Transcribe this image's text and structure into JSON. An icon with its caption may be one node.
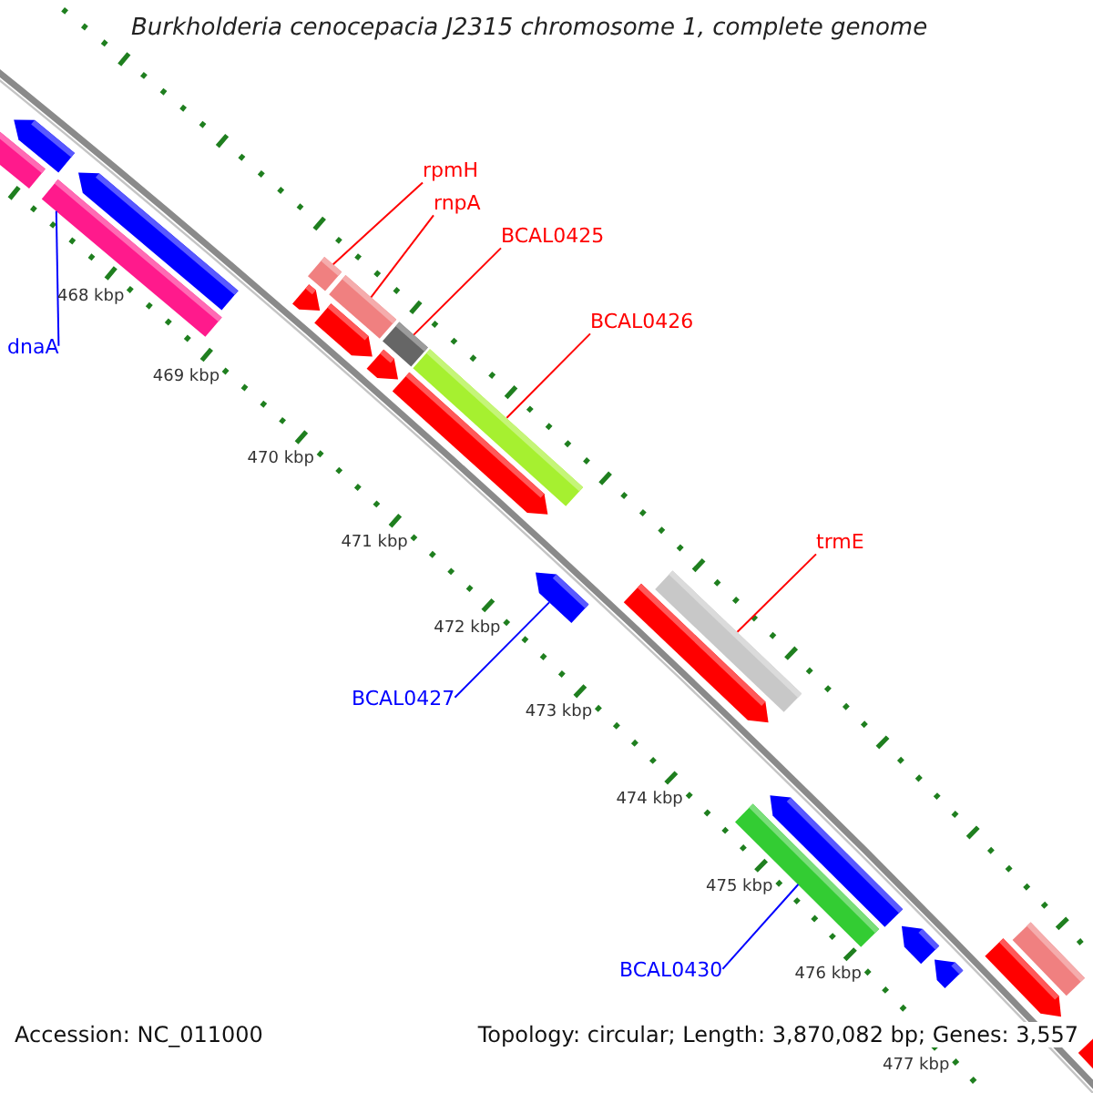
{
  "diagram": {
    "title": "Burkholderia cenocepacia J2315 chromosome 1, complete genome",
    "nodes": [
      {
        "text": [
          "rpmH"
        ]
      },
      {
        "text": [
          "rnpA"
        ]
      },
      {
        "text": [
          "BCAL0425"
        ]
      },
      {
        "text": [
          "BCAL0426"
        ]
      },
      {
        "text": [
          "dnaA"
        ]
      },
      {
        "text": [
          "trmE"
        ]
      },
      {
        "text": [
          "BCAL0427"
        ]
      },
      {
        "text": [
          "BCAL0430"
        ]
      },
      {
        "text": [],
        "shape": "bar"
      },
      {
        "text": [],
        "shape": "bar"
      },
      {
        "text": [],
        "shape": "bar"
      },
      {
        "text": [],
        "shape": "bar"
      },
      {
        "text": [],
        "shape": "bar"
      },
      {
        "text": [],
        "shape": "bar"
      },
      {
        "text": [],
        "shape": "bar"
      },
      {
        "text": [],
        "shape": "bar"
      },
      {
        "text": [],
        "shape": "bar"
      },
      {
        "text": [],
        "shape": "bar"
      },
      {
        "text": [],
        "shape": "bar"
      },
      {
        "text": [],
        "shape": "bar"
      },
      {
        "text": [],
        "shape": "bar"
      },
      {
        "text": [],
        "shape": "bar"
      },
      {
        "text": [],
        "shape": "bar"
      },
      {
        "text": [],
        "shape": "bar"
      },
      {
        "text": [],
        "shape": "bar"
      },
      {
        "text": [],
        "shape": "bar"
      },
      {
        "text": [],
        "shape": "bar"
      },
      {
        "text": [],
        "shape": "bar"
      },
      {
        "text": [],
        "shape": "bar"
      },
      {
        "text": [],
        "shape": "bar"
      }
    ],
    "edges": [
      {
        "from": 0,
        "to": 12,
        "arrow": "none"
      },
      {
        "from": 1,
        "to": 14,
        "arrow": "none"
      },
      {
        "from": 2,
        "to": 16,
        "arrow": "none"
      },
      {
        "from": 3,
        "to": 19,
        "arrow": "none"
      },
      {
        "from": 4,
        "to": 10,
        "arrow": "none",
        "color": "#0000ff"
      },
      {
        "from": 5,
        "to": 22,
        "arrow": "none"
      },
      {
        "from": 6,
        "to": 20,
        "arrow": "none",
        "color": "#0000ff"
      },
      {
        "from": 7,
        "to": 23,
        "arrow": "none",
        "color": "#0000ff"
      }
    ],
    "labels": [
      "468 kbp",
      "469 kbp",
      "470 kbp",
      "471 kbp",
      "472 kbp",
      "473 kbp",
      "474 kbp",
      "475 kbp",
      "476 kbp",
      "477 kbp",
      "Accession: NC_011000",
      "Topology: circular; Length: 3,870,082 bp; Genes: 3,557"
    ]
  }
}
